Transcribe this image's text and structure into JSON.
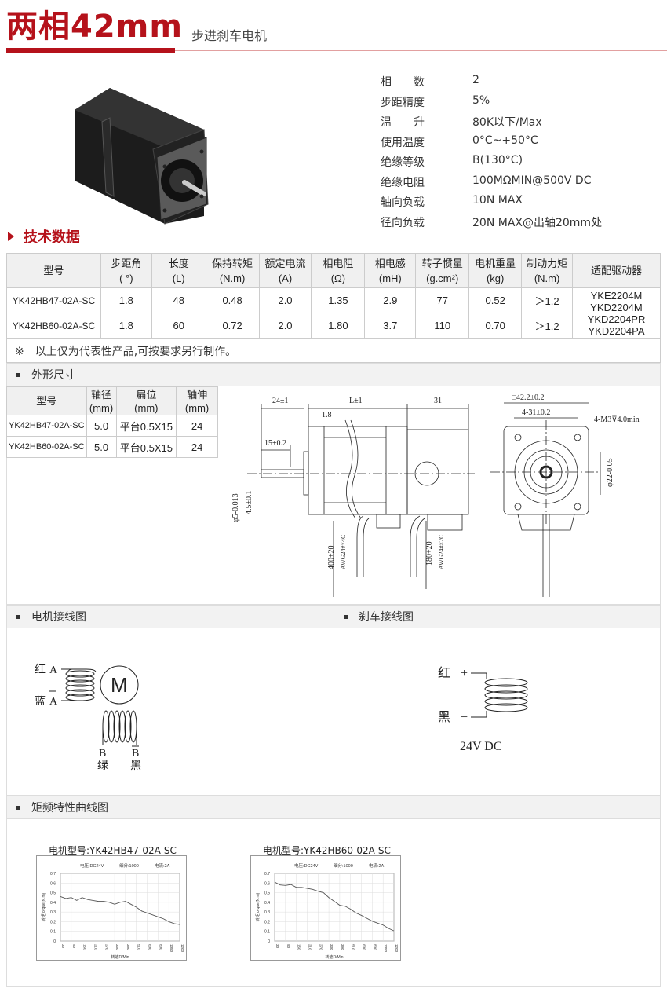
{
  "header": {
    "title": "两相42mm",
    "subtitle": "步进刹车电机"
  },
  "specs": [
    {
      "k": "相　　数",
      "v": "2"
    },
    {
      "k": "步距精度",
      "v": "5%"
    },
    {
      "k": "温　　升",
      "v": "80K以下/Max"
    },
    {
      "k": "使用温度",
      "v": "0°C~+50°C"
    },
    {
      "k": "绝缘等级",
      "v": "B(130°C)"
    },
    {
      "k": "绝缘电阻",
      "v": "100MΩMIN@500V DC"
    },
    {
      "k": "轴向负载",
      "v": "10N MAX"
    },
    {
      "k": "径向负载",
      "v": "20N MAX@出轴20mm处"
    }
  ],
  "tech": {
    "heading": "技术数据",
    "headers": [
      [
        "型号",
        ""
      ],
      [
        "步距角",
        "( °)"
      ],
      [
        "长度",
        "(L)"
      ],
      [
        "保持转矩",
        "(N.m)"
      ],
      [
        "额定电流",
        "(A)"
      ],
      [
        "相电阻",
        "(Ω)"
      ],
      [
        "相电感",
        "(mH)"
      ],
      [
        "转子惯量",
        "(g.cm²)"
      ],
      [
        "电机重量",
        "(kg)"
      ],
      [
        "制动力矩",
        "(N.m)"
      ],
      [
        "适配驱动器",
        ""
      ]
    ],
    "rows": [
      [
        "YK42HB47-02A-SC",
        "1.8",
        "48",
        "0.48",
        "2.0",
        "1.35",
        "2.9",
        "77",
        "0.52",
        "＞1.2"
      ],
      [
        "YK42HB60-02A-SC",
        "1.8",
        "60",
        "0.72",
        "2.0",
        "1.80",
        "3.7",
        "110",
        "0.70",
        "＞1.2"
      ]
    ],
    "drivers": [
      "YKE2204M",
      "YKD2204M",
      "YKD2204PR",
      "YKD2204PA"
    ],
    "note": "※　以上仅为代表性产品,可按要求另行制作。"
  },
  "outline": {
    "heading": "外形尺寸",
    "headers": [
      [
        "型号",
        ""
      ],
      [
        "轴径",
        "(mm)"
      ],
      [
        "扁位",
        "(mm)"
      ],
      [
        "轴伸",
        "(mm)"
      ]
    ],
    "rows": [
      [
        "YK42HB47-02A-SC",
        "5.0",
        "平台0.5X15",
        "24"
      ],
      [
        "YK42HB60-02A-SC",
        "5.0",
        "平台0.5X15",
        "24"
      ]
    ],
    "dims": {
      "d1": "24±1",
      "d2": "L±1",
      "d3": "31",
      "d4": "1.8",
      "d5": "15±0.2",
      "d6": "φ5-0.013",
      "d7": "4.5±0.1",
      "d8": "400±20",
      "d9": "AWG24#×4C",
      "d10": "180+20",
      "d11": "AWG24#×2C",
      "d12": "□42.2±0.2",
      "d13": "4-31±0.2",
      "d14": "4-M3⊽4.0min",
      "d15": "φ22-0.05"
    }
  },
  "wiring": {
    "motor_heading": "电机接线图",
    "brake_heading": "刹车接线图",
    "motor": {
      "a_color": "红",
      "a": "A",
      "abar_color": "蓝",
      "abar": "A",
      "b": "B",
      "b_color": "绿",
      "bbar": "B",
      "bbar_color": "黑",
      "m": "M"
    },
    "brake": {
      "pos_color": "红",
      "pos": "+",
      "neg_color": "黑",
      "neg": "−",
      "voltage": "24V  DC"
    }
  },
  "curves": {
    "heading": "矩频特性曲线图"
  },
  "chart_data": [
    {
      "type": "line",
      "title": "电机型号:YK42HB47-02A-SC",
      "info": [
        "电压:DC24V",
        "细分:1000",
        "电流:2A"
      ],
      "xlabel": "转速R/Min",
      "ylabel": "转矩torque(N.m)",
      "xticks": [
        "30",
        "90",
        "150",
        "210",
        "270",
        "330",
        "390",
        "510",
        "600",
        "800",
        "1050",
        "1200"
      ],
      "yticks": [
        "0",
        "0.1",
        "0.2",
        "0.3",
        "0.4",
        "0.5",
        "0.6",
        "0.7"
      ],
      "ylim": [
        0,
        0.7
      ],
      "grid": true,
      "x": [
        0,
        0.5,
        1,
        1.5,
        2,
        2.5,
        3,
        3.5,
        4,
        4.5,
        5,
        5.5,
        6,
        6.5,
        7,
        7.5,
        8,
        8.5,
        9,
        9.5,
        10,
        10.5,
        11
      ],
      "values": [
        0.46,
        0.44,
        0.45,
        0.42,
        0.45,
        0.43,
        0.42,
        0.41,
        0.41,
        0.4,
        0.38,
        0.4,
        0.41,
        0.38,
        0.35,
        0.31,
        0.29,
        0.27,
        0.25,
        0.23,
        0.2,
        0.18,
        0.17
      ]
    },
    {
      "type": "line",
      "title": "电机型号:YK42HB60-02A-SC",
      "info": [
        "电压:DC24V",
        "细分:1000",
        "电流:2A"
      ],
      "xlabel": "转速R/Min",
      "ylabel": "转矩torque(N.m)",
      "xticks": [
        "30",
        "90",
        "150",
        "210",
        "270",
        "330",
        "390",
        "510",
        "600",
        "800",
        "1050",
        "1200"
      ],
      "yticks": [
        "0",
        "0.1",
        "0.2",
        "0.3",
        "0.4",
        "0.5",
        "0.6",
        "0.7"
      ],
      "ylim": [
        0,
        0.7
      ],
      "grid": true,
      "x": [
        0,
        0.5,
        1,
        1.5,
        2,
        2.5,
        3,
        3.5,
        4,
        4.5,
        5,
        5.5,
        6,
        6.5,
        7,
        7.5,
        8,
        8.5,
        9,
        9.5,
        10,
        10.5,
        11
      ],
      "values": [
        0.61,
        0.58,
        0.575,
        0.585,
        0.555,
        0.555,
        0.545,
        0.535,
        0.515,
        0.5,
        0.45,
        0.41,
        0.37,
        0.36,
        0.33,
        0.29,
        0.265,
        0.235,
        0.205,
        0.185,
        0.165,
        0.13,
        0.105
      ]
    }
  ]
}
